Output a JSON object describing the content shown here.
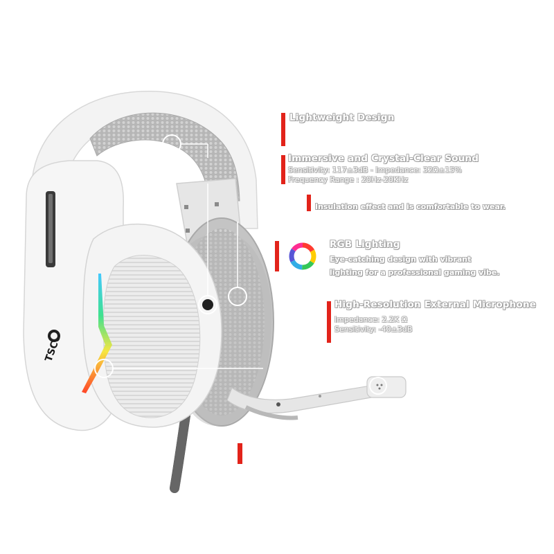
{
  "product_image": {
    "brand_logo_text": "TSCO",
    "icon": "headset-illustration",
    "accent_colors": [
      "#e2231a",
      "#ffffff",
      "#8a8a8a"
    ]
  },
  "features": {
    "lightweight": {
      "title": "Lightweight Design"
    },
    "sound": {
      "title": "Immersive and Crystal-Clear Sound",
      "line1": "Sensitivity: 117±3dB - Impedance: 32Ω±15%",
      "line2": "Frequency Range : 20Hz-20KHz"
    },
    "insulation": {
      "text": "Insulation effect and is comfortable to wear."
    },
    "rgb": {
      "title": "RGB Lighting",
      "line1": "Eye-catching design with vibrant",
      "line2": "lighting for a professional gaming vibe.",
      "icon": "rgb-ring-icon"
    },
    "microphone": {
      "title": "High-Resolution External Microphone",
      "line1": "Impedance: 2.2K Ω",
      "line2": "Sensitivity: -40±3dB"
    }
  }
}
